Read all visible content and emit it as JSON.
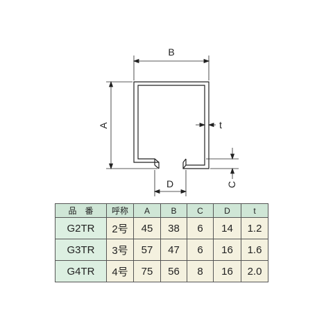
{
  "dimension_labels": {
    "A": "A",
    "B": "B",
    "C": "C",
    "D": "D",
    "t": "t"
  },
  "table": {
    "headers": [
      "品　番",
      "呼称",
      "A",
      "B",
      "C",
      "D",
      "t"
    ],
    "rows": [
      [
        "G2TR",
        "2号",
        "45",
        "38",
        "6",
        "14",
        "1.2"
      ],
      [
        "G3TR",
        "3号",
        "57",
        "47",
        "6",
        "16",
        "1.6"
      ],
      [
        "G4TR",
        "4号",
        "75",
        "56",
        "8",
        "16",
        "2.0"
      ]
    ]
  },
  "colors": {
    "header_fill": "#cfe6d6",
    "model_cell_fill": "#dcefe1",
    "value_cell_fill": "#f4f1df",
    "line": "#222222"
  }
}
